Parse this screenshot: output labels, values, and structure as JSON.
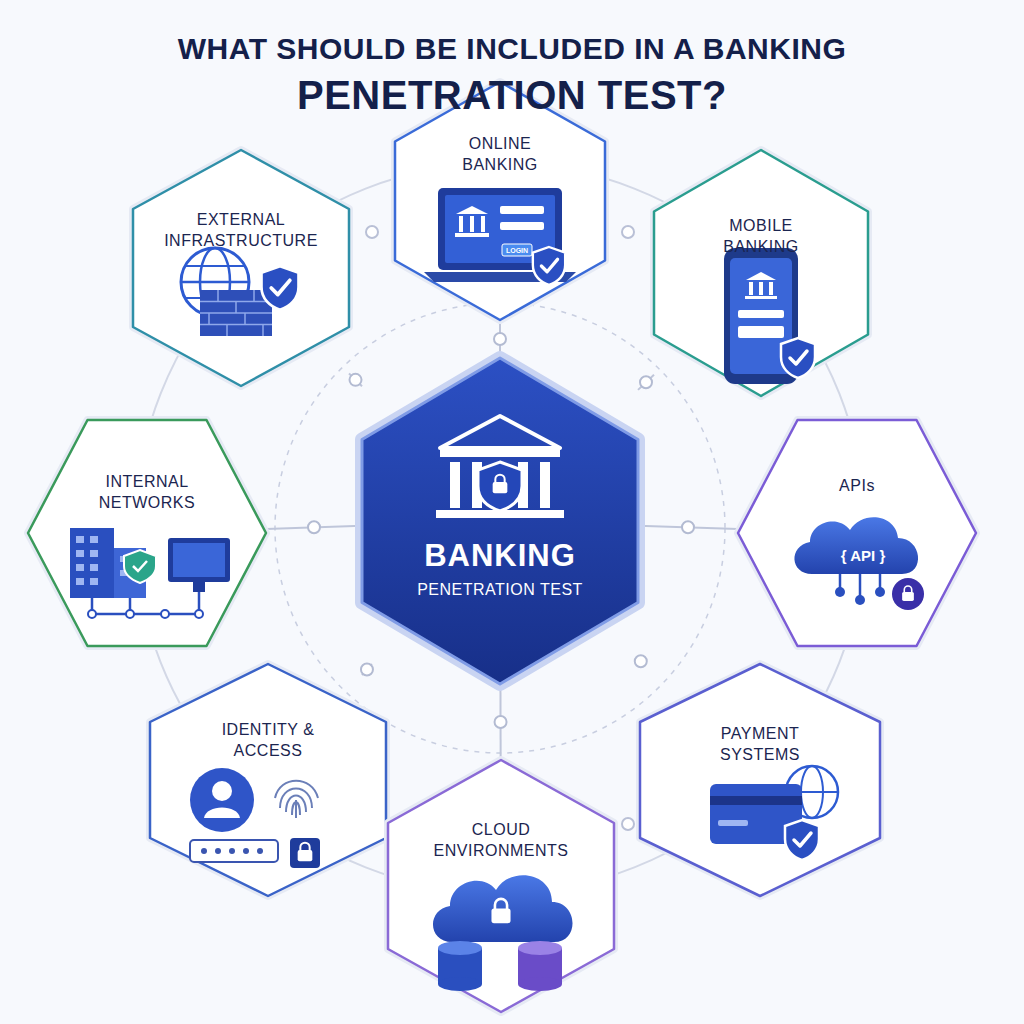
{
  "diagram": {
    "title": "WHAT SHOULD BE INCLUDED IN A BANKING PENETRATION TEST?",
    "nodes": [
      {
        "text": [
          "ONLINE BANKING"
        ]
      },
      {
        "text": [
          "EXTERNAL INFRASTRUCTURE"
        ]
      },
      {
        "text": [
          "MOBILE BANKING"
        ]
      },
      {
        "text": [
          "INTERNAL NETWORKS"
        ]
      },
      {
        "text": [
          "BANKING",
          "PENETRATION TEST"
        ]
      },
      {
        "text": [
          "APIs"
        ]
      },
      {
        "text": [
          "IDENTITY & ACCESS"
        ]
      },
      {
        "text": [
          "PAYMENT SYSTEMS"
        ]
      },
      {
        "text": [
          "CLOUD ENVIRONMENTS"
        ]
      }
    ],
    "edges": [
      {
        "from": 4,
        "to": 0,
        "arrow": "none"
      },
      {
        "from": 4,
        "to": 1,
        "arrow": "none"
      },
      {
        "from": 4,
        "to": 2,
        "arrow": "none"
      },
      {
        "from": 4,
        "to": 3,
        "arrow": "none"
      },
      {
        "from": 4,
        "to": 5,
        "arrow": "none"
      },
      {
        "from": 4,
        "to": 6,
        "arrow": "none"
      },
      {
        "from": 4,
        "to": 7,
        "arrow": "none"
      },
      {
        "from": 4,
        "to": 8,
        "arrow": "none"
      }
    ],
    "labels": [
      "LOGIN",
      "{ API }"
    ]
  }
}
